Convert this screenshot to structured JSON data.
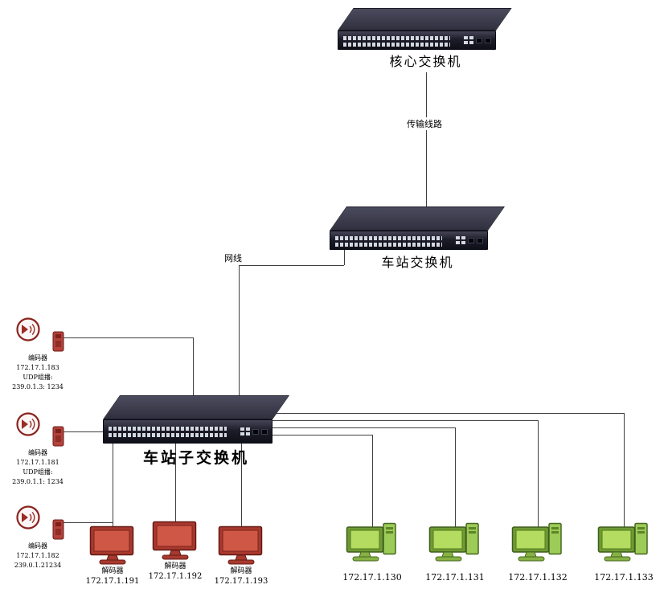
{
  "switches": {
    "core": {
      "label": "核心交换机"
    },
    "station": {
      "label": "车站交换机"
    },
    "sub": {
      "label": "车站子交换机"
    }
  },
  "links": {
    "trunk": "传输线路",
    "lan": "网线"
  },
  "encoders": [
    {
      "name": "编码器",
      "ip": "172.17.1.183",
      "udp": "UDP组播:",
      "multicast": "239.0.1.3: 1234"
    },
    {
      "name": "编码器",
      "ip": "172.17.1.181",
      "udp": "UDP组播:",
      "multicast": "239.0.1.1: 1234"
    },
    {
      "name": "编码器",
      "ip": "172.17.1.182",
      "udp": "",
      "multicast": "239.0.1.21234"
    }
  ],
  "decoders": [
    {
      "name": "解码器",
      "ip": "172.17.1.191"
    },
    {
      "name": "解码器",
      "ip": "172.17.1.192"
    },
    {
      "name": "解码器",
      "ip": "172.17.1.193"
    }
  ],
  "computers": [
    {
      "ip": "172.17.1.130"
    },
    {
      "ip": "172.17.1.131"
    },
    {
      "ip": "172.17.1.132"
    },
    {
      "ip": "172.17.1.133"
    }
  ],
  "colors": {
    "switch_body": "#1d1d2a",
    "wire": "#3f3f3f",
    "decoder_red": "#cf5746",
    "computer_green": "#b3dc60",
    "encoder_red": "#9c2b24"
  }
}
